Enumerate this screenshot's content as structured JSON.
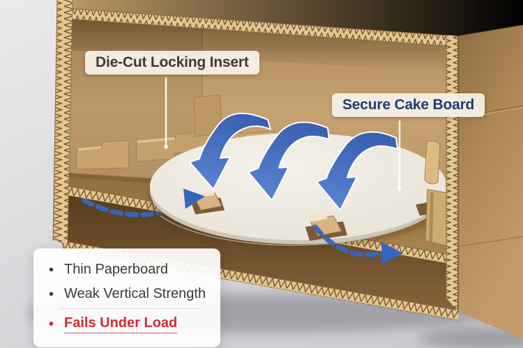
{
  "callouts": {
    "die_cut": {
      "label": "Die-Cut Locking Insert"
    },
    "cake_board": {
      "label": "Secure Cake Board"
    }
  },
  "issues": {
    "items": [
      {
        "text": "Thin Paperboard"
      },
      {
        "text": "Weak Vertical Strength"
      },
      {
        "text": "Fails Under Load"
      }
    ]
  },
  "bullet_glyph": "•",
  "colors": {
    "arrow_blue": "#4a76c8",
    "dashed_arrow_blue": "#3566bf",
    "label_navy": "#223c74",
    "label_dark": "#3b3b3b",
    "warning_red": "#d22a32",
    "cardboard_tan": "#c29e6e",
    "board_white": "#efece4",
    "background_gray": "#d6d5d8"
  }
}
